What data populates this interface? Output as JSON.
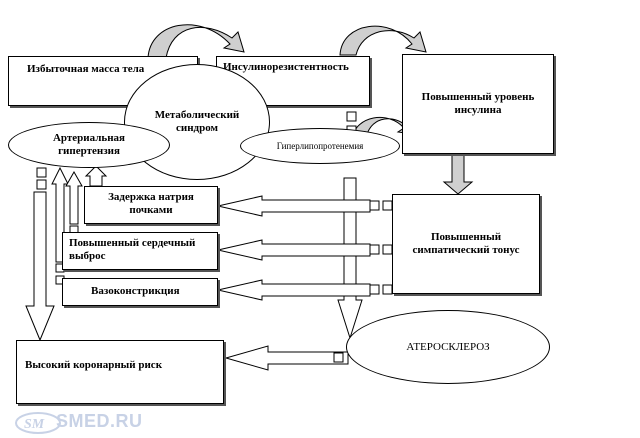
{
  "nodes": {
    "excess_weight": "Избыточная масса тела",
    "insulin_resistance": "Инсулинорезистентность",
    "metabolic_syndrome": "Метаболический синдром",
    "high_insulin": "Повышенный уровень инсулина",
    "arterial_hypertension": "Артериальная гипертензия",
    "hyperlipoproteinemia": "Гиперлипопротенемия",
    "sodium_retention": "Задержка натрия почками",
    "cardiac_output": "Повышенный сердечный выброс",
    "sympathetic_tone": "Повышенный симпатический тонус",
    "vasoconstriction": "Вазоконстрикция",
    "atherosclerosis": "АТЕРОСКЛЕРОЗ",
    "coronary_risk": "Высокий коронарный риск"
  },
  "watermark": "SMED.RU",
  "colors": {
    "arrow_fill": "#cfcfcf",
    "arrow_stroke": "#000000",
    "watermark": "#c8d2e6"
  }
}
